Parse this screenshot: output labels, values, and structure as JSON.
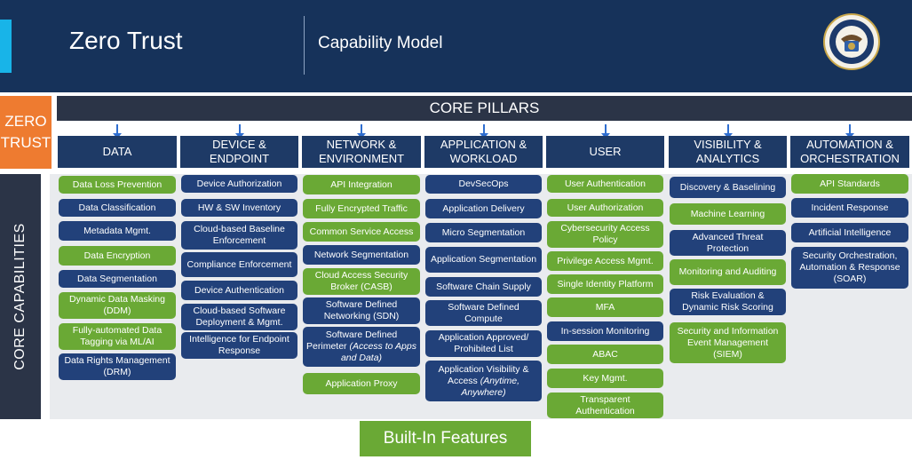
{
  "header": {
    "title": "Zero Trust",
    "subtitle": "Capability Model",
    "seal_icon": "oig-seal-icon"
  },
  "zero_trust_label": [
    "ZERO",
    "TRUST"
  ],
  "core_pillars_label": "CORE PILLARS",
  "core_capabilities_label": "CORE CAPABILITIES",
  "built_in_label": "Built-In Features",
  "colors": {
    "navy": "#16325a",
    "pillar": "#1e3a66",
    "blue_box": "#22417a",
    "green_box": "#6aa935",
    "orange": "#ee7b30",
    "cyan": "#18b4e8"
  },
  "pillars": [
    {
      "name": [
        "DATA"
      ],
      "items": [
        {
          "text": "Data Loss Prevention",
          "kind": "green"
        },
        {
          "text": "Data Classification",
          "kind": "blue"
        },
        {
          "text": "Metadata Mgmt.",
          "kind": "blue"
        },
        {
          "text": "Data Encryption",
          "kind": "green"
        },
        {
          "text": "Data Segmentation",
          "kind": "blue"
        },
        {
          "text": "Dynamic Data Masking (DDM)",
          "kind": "green"
        },
        {
          "text": "Fully-automated Data Tagging via ML/AI",
          "kind": "green"
        },
        {
          "text": "Data Rights Management (DRM)",
          "kind": "blue"
        }
      ]
    },
    {
      "name": [
        "DEVICE &",
        "ENDPOINT"
      ],
      "items": [
        {
          "text": "Device Authorization",
          "kind": "blue"
        },
        {
          "text": "HW & SW Inventory",
          "kind": "blue"
        },
        {
          "text": "Cloud-based Baseline Enforcement",
          "kind": "blue"
        },
        {
          "text": "Compliance Enforcement",
          "kind": "blue"
        },
        {
          "text": "Device Authentication",
          "kind": "blue"
        },
        {
          "text": "Cloud-based Software Deployment & Mgmt.",
          "kind": "blue"
        },
        {
          "text": "Intelligence for Endpoint Response",
          "kind": "blue"
        }
      ]
    },
    {
      "name": [
        "NETWORK &",
        "ENVIRONMENT"
      ],
      "items": [
        {
          "text": "API Integration",
          "kind": "green"
        },
        {
          "text": "Fully Encrypted Traffic",
          "kind": "green"
        },
        {
          "text": "Common Service Access",
          "kind": "green"
        },
        {
          "text": "Network Segmentation",
          "kind": "blue"
        },
        {
          "text": "Cloud Access Security Broker (CASB)",
          "kind": "green"
        },
        {
          "text": "Software Defined Networking (SDN)",
          "kind": "blue"
        },
        {
          "text": "Software Defined Perimeter (Access to Apps and Data)",
          "kind": "blue"
        },
        {
          "text": "Application Proxy",
          "kind": "green"
        }
      ]
    },
    {
      "name": [
        "APPLICATION &",
        "WORKLOAD"
      ],
      "items": [
        {
          "text": "DevSecOps",
          "kind": "blue"
        },
        {
          "text": "Application Delivery",
          "kind": "blue"
        },
        {
          "text": "Micro Segmentation",
          "kind": "blue"
        },
        {
          "text": "Application Segmentation",
          "kind": "blue"
        },
        {
          "text": "Software Chain Supply",
          "kind": "blue"
        },
        {
          "text": "Software Defined Compute",
          "kind": "blue"
        },
        {
          "text": "Application Approved/ Prohibited List",
          "kind": "blue"
        },
        {
          "text": "Application Visibility & Access (Anytime, Anywhere)",
          "kind": "blue"
        }
      ]
    },
    {
      "name": [
        "USER"
      ],
      "items": [
        {
          "text": "User Authentication",
          "kind": "green"
        },
        {
          "text": "User Authorization",
          "kind": "green"
        },
        {
          "text": "Cybersecurity Access Policy",
          "kind": "green"
        },
        {
          "text": "Privilege Access Mgmt.",
          "kind": "green"
        },
        {
          "text": "Single Identity Platform",
          "kind": "green"
        },
        {
          "text": "MFA",
          "kind": "green"
        },
        {
          "text": "In-session Monitoring",
          "kind": "blue"
        },
        {
          "text": "ABAC",
          "kind": "green"
        },
        {
          "text": "Key Mgmt.",
          "kind": "green"
        },
        {
          "text": "Transparent Authentication",
          "kind": "green"
        }
      ]
    },
    {
      "name": [
        "VISIBILITY &",
        "ANALYTICS"
      ],
      "items": [
        {
          "text": "Discovery & Baselining",
          "kind": "blue"
        },
        {
          "text": "Machine Learning",
          "kind": "green"
        },
        {
          "text": "Advanced Threat Protection",
          "kind": "blue"
        },
        {
          "text": "Monitoring and Auditing",
          "kind": "green"
        },
        {
          "text": "Risk Evaluation & Dynamic Risk Scoring",
          "kind": "blue"
        },
        {
          "text": "Security and Information Event Management (SIEM)",
          "kind": "green"
        }
      ]
    },
    {
      "name": [
        "AUTOMATION &",
        "ORCHESTRATION"
      ],
      "items": [
        {
          "text": "API Standards",
          "kind": "green"
        },
        {
          "text": "Incident Response",
          "kind": "blue"
        },
        {
          "text": "Artificial Intelligence",
          "kind": "blue"
        },
        {
          "text": "Security Orchestration, Automation & Response (SOAR)",
          "kind": "blue"
        }
      ]
    }
  ]
}
